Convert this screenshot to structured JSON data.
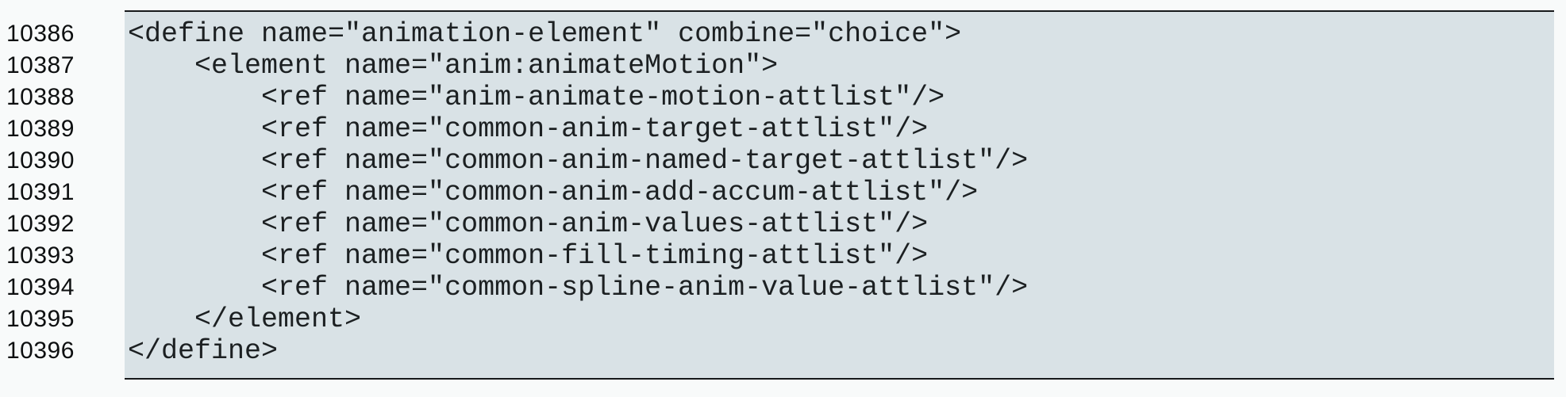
{
  "listing": {
    "description": "schema-code-listing",
    "colors": {
      "page_background": "#f8fafa",
      "block_background": "#d9e2e6",
      "border": "#17191b",
      "code_text": "#1c2022",
      "line_number_text": "#0d0f10"
    },
    "lines": [
      {
        "number": "10386",
        "code": "<define name=\"animation-element\" combine=\"choice\">"
      },
      {
        "number": "10387",
        "code": "    <element name=\"anim:animateMotion\">"
      },
      {
        "number": "10388",
        "code": "        <ref name=\"anim-animate-motion-attlist\"/>"
      },
      {
        "number": "10389",
        "code": "        <ref name=\"common-anim-target-attlist\"/>"
      },
      {
        "number": "10390",
        "code": "        <ref name=\"common-anim-named-target-attlist\"/>"
      },
      {
        "number": "10391",
        "code": "        <ref name=\"common-anim-add-accum-attlist\"/>"
      },
      {
        "number": "10392",
        "code": "        <ref name=\"common-anim-values-attlist\"/>"
      },
      {
        "number": "10393",
        "code": "        <ref name=\"common-fill-timing-attlist\"/>"
      },
      {
        "number": "10394",
        "code": "        <ref name=\"common-spline-anim-value-attlist\"/>"
      },
      {
        "number": "10395",
        "code": "    </element>"
      },
      {
        "number": "10396",
        "code": "</define>"
      }
    ]
  }
}
